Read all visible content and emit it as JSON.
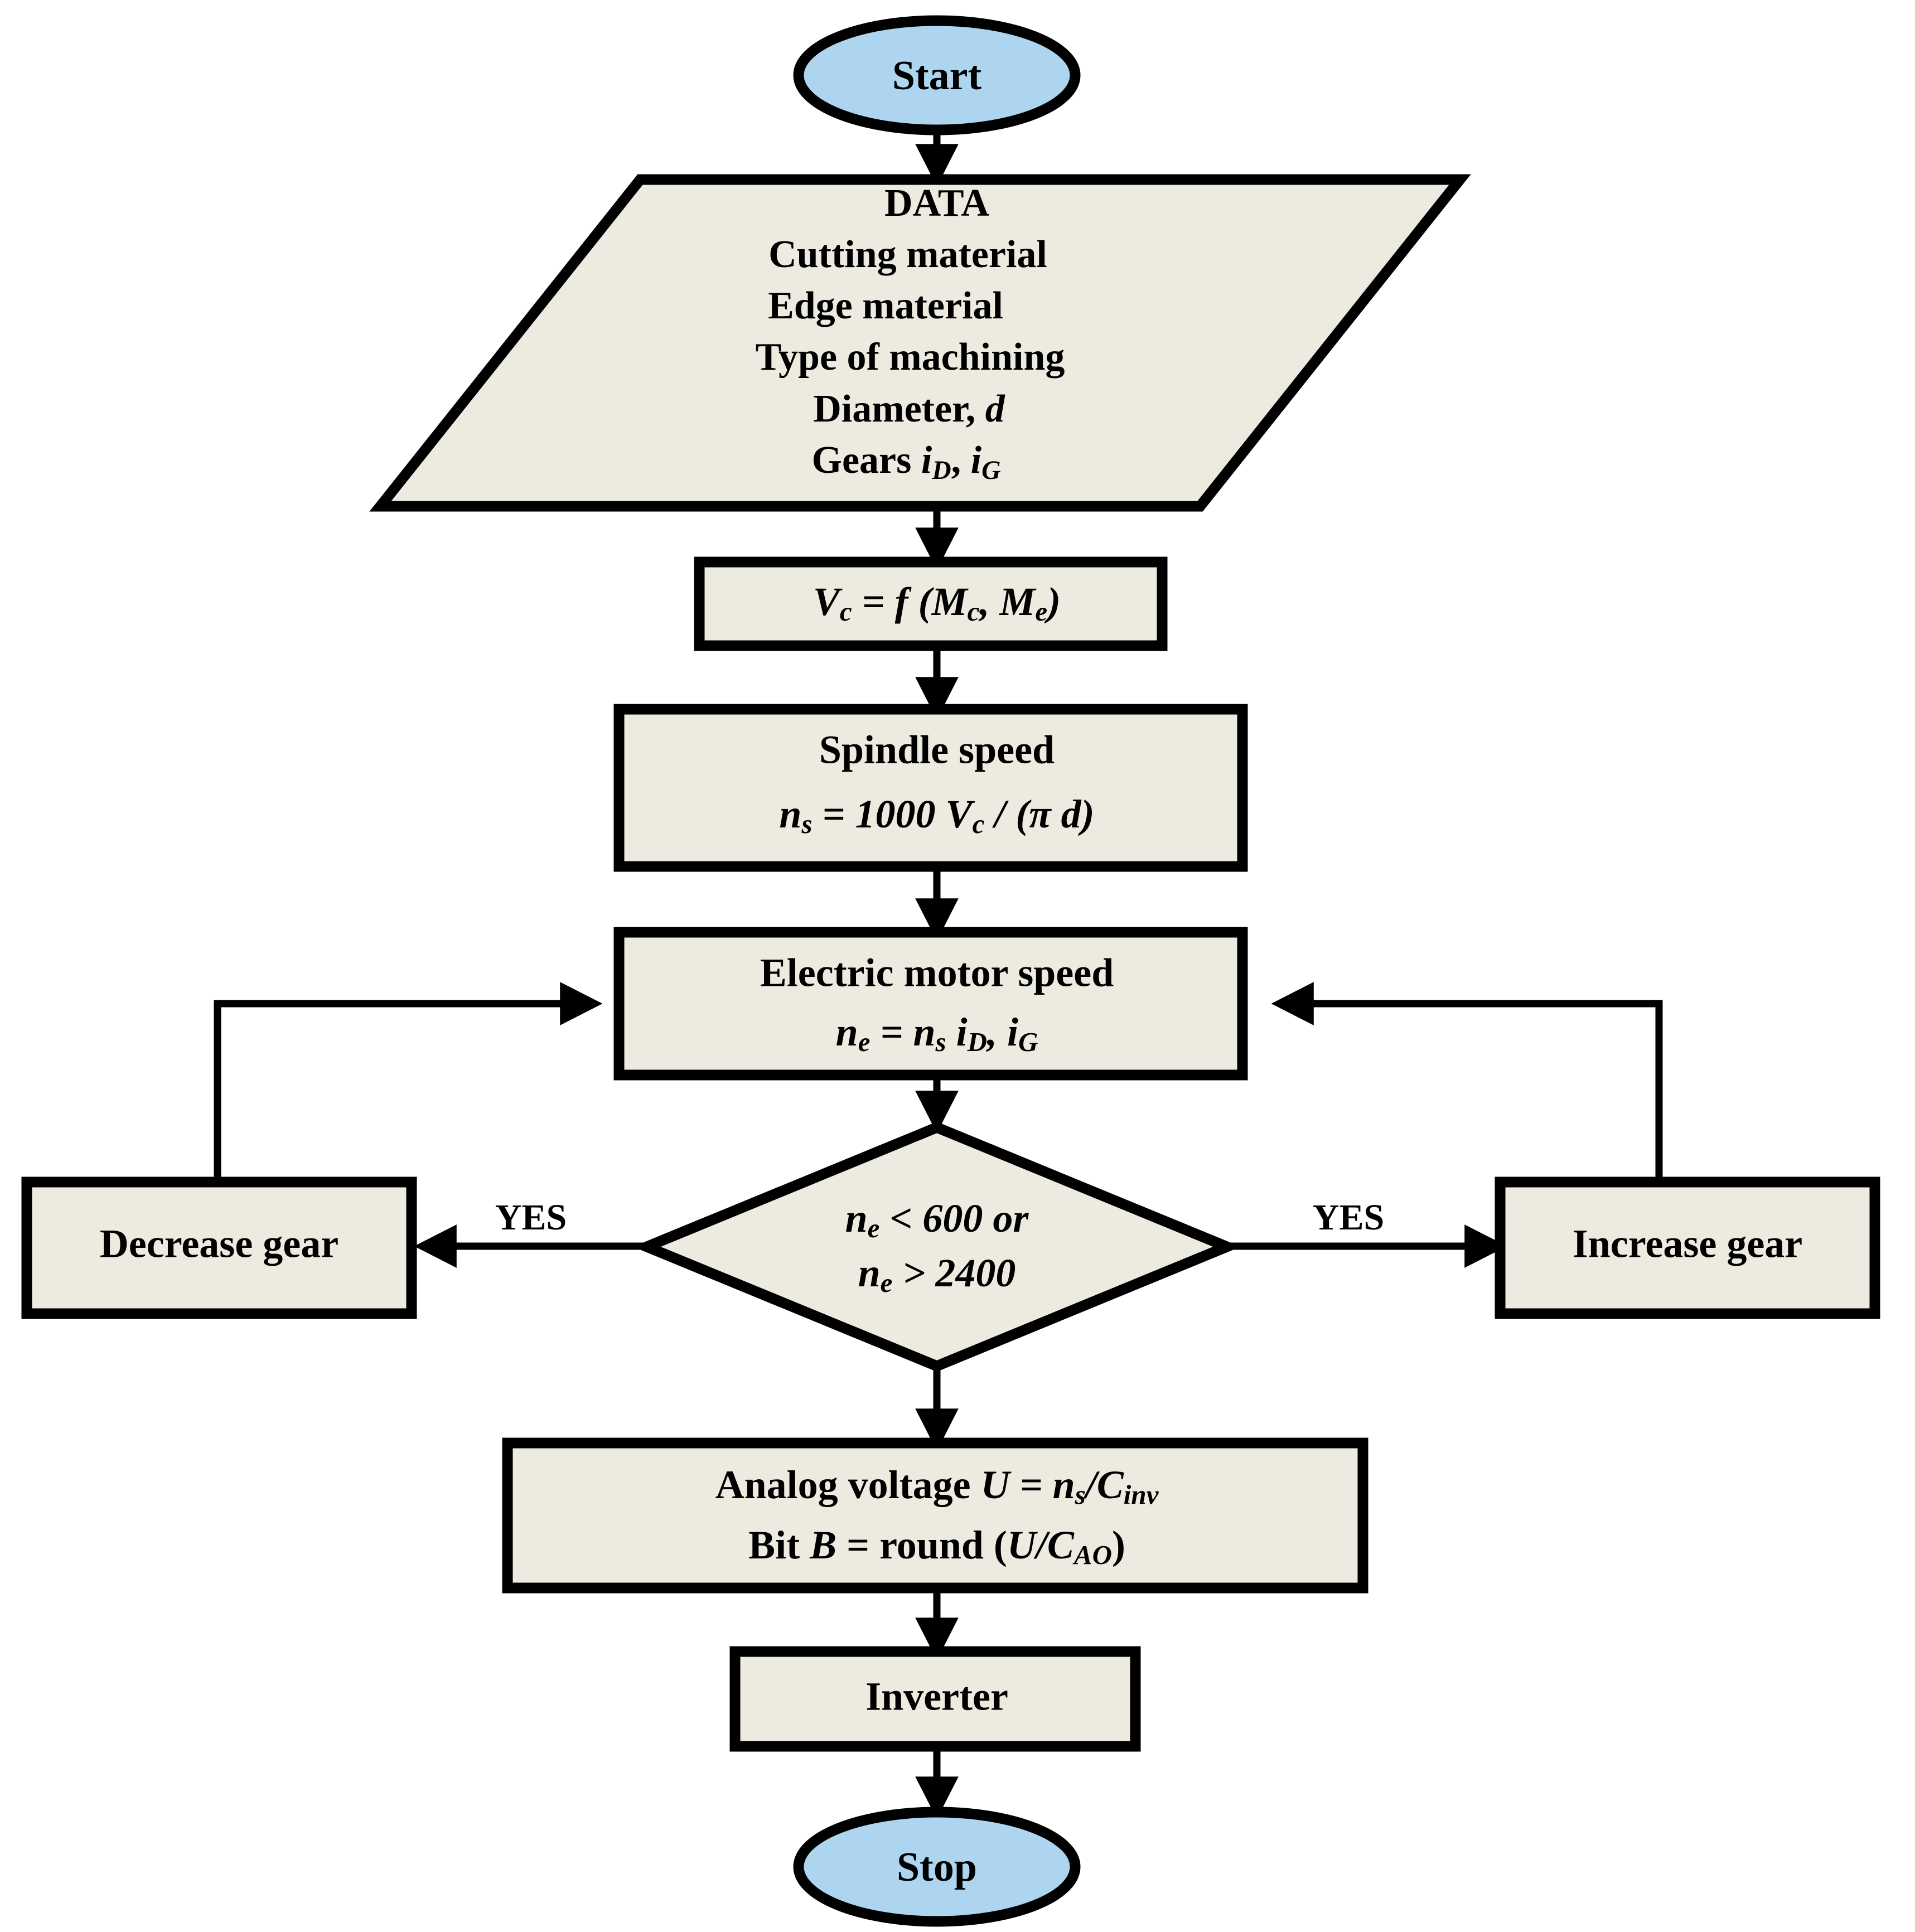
{
  "diagram": {
    "title": "Spindle speed control flowchart",
    "colors": {
      "terminator_fill": "#ADD5F0",
      "process_fill": "#EDEAE0",
      "stroke": "#000000",
      "background": "#FFFFFF"
    },
    "nodes": {
      "start": {
        "label": "Start",
        "shape": "oval"
      },
      "data": {
        "shape": "parallelogram",
        "lines": [
          "DATA",
          "Cutting material",
          "Edge material",
          "Type of machining"
        ],
        "line_diameter_prefix": "Diameter, ",
        "line_diameter_var": "d",
        "line_gears_prefix": "Gears ",
        "line_gears_var1": "i",
        "line_gears_sub1": "D",
        "line_gears_sep": ", ",
        "line_gears_var2": "i",
        "line_gears_sub2": "G"
      },
      "cutting_speed": {
        "shape": "process",
        "formula_v": "V",
        "formula_v_sub": "c",
        "formula_mid": " = f (M",
        "formula_sub_c": "c",
        "formula_comma": ", M",
        "formula_sub_e": "e",
        "formula_close": ")"
      },
      "spindle_speed": {
        "shape": "process",
        "title": "Spindle speed",
        "formula_n": "n",
        "formula_n_sub": "s",
        "formula_eq": " = 1000 ",
        "formula_vc": "V",
        "formula_vc_sub": "c",
        "formula_div": " / (π ",
        "formula_d": "d",
        "formula_close": ")"
      },
      "motor_speed": {
        "shape": "process",
        "title": "Electric motor speed",
        "formula_ne": "n",
        "formula_ne_sub": "e",
        "formula_eq": " = ",
        "formula_ns": "n",
        "formula_ns_sub": "s",
        "formula_sp": " ",
        "formula_id": "i",
        "formula_id_sub": "D",
        "formula_comma": ", ",
        "formula_ig": "i",
        "formula_ig_sub": "G"
      },
      "decision": {
        "shape": "diamond",
        "line1_n": "n",
        "line1_sub": "e",
        "line1_rest": " < 600 or",
        "line2_n": "n",
        "line2_sub": "e",
        "line2_rest": " > 2400"
      },
      "decrease_gear": {
        "label": "Decrease gear",
        "shape": "process"
      },
      "increase_gear": {
        "label": "Increase gear",
        "shape": "process"
      },
      "analog_voltage": {
        "shape": "process",
        "l1_prefix": "Analog voltage ",
        "l1_u": "U",
        "l1_eq": " = ",
        "l1_ns": "n",
        "l1_ns_sub": "s",
        "l1_slash": "/",
        "l1_c": "C",
        "l1_c_sub": "inv",
        "l2_prefix": "Bit ",
        "l2_b": "B",
        "l2_eq": " = round (",
        "l2_u": "U",
        "l2_slash": "/",
        "l2_c": "C",
        "l2_c_sub": "AO",
        "l2_close": ")"
      },
      "inverter": {
        "label": "Inverter",
        "shape": "process"
      },
      "stop": {
        "label": "Stop",
        "shape": "oval"
      }
    },
    "edge_labels": {
      "yes_left": "YES",
      "yes_right": "YES"
    }
  }
}
